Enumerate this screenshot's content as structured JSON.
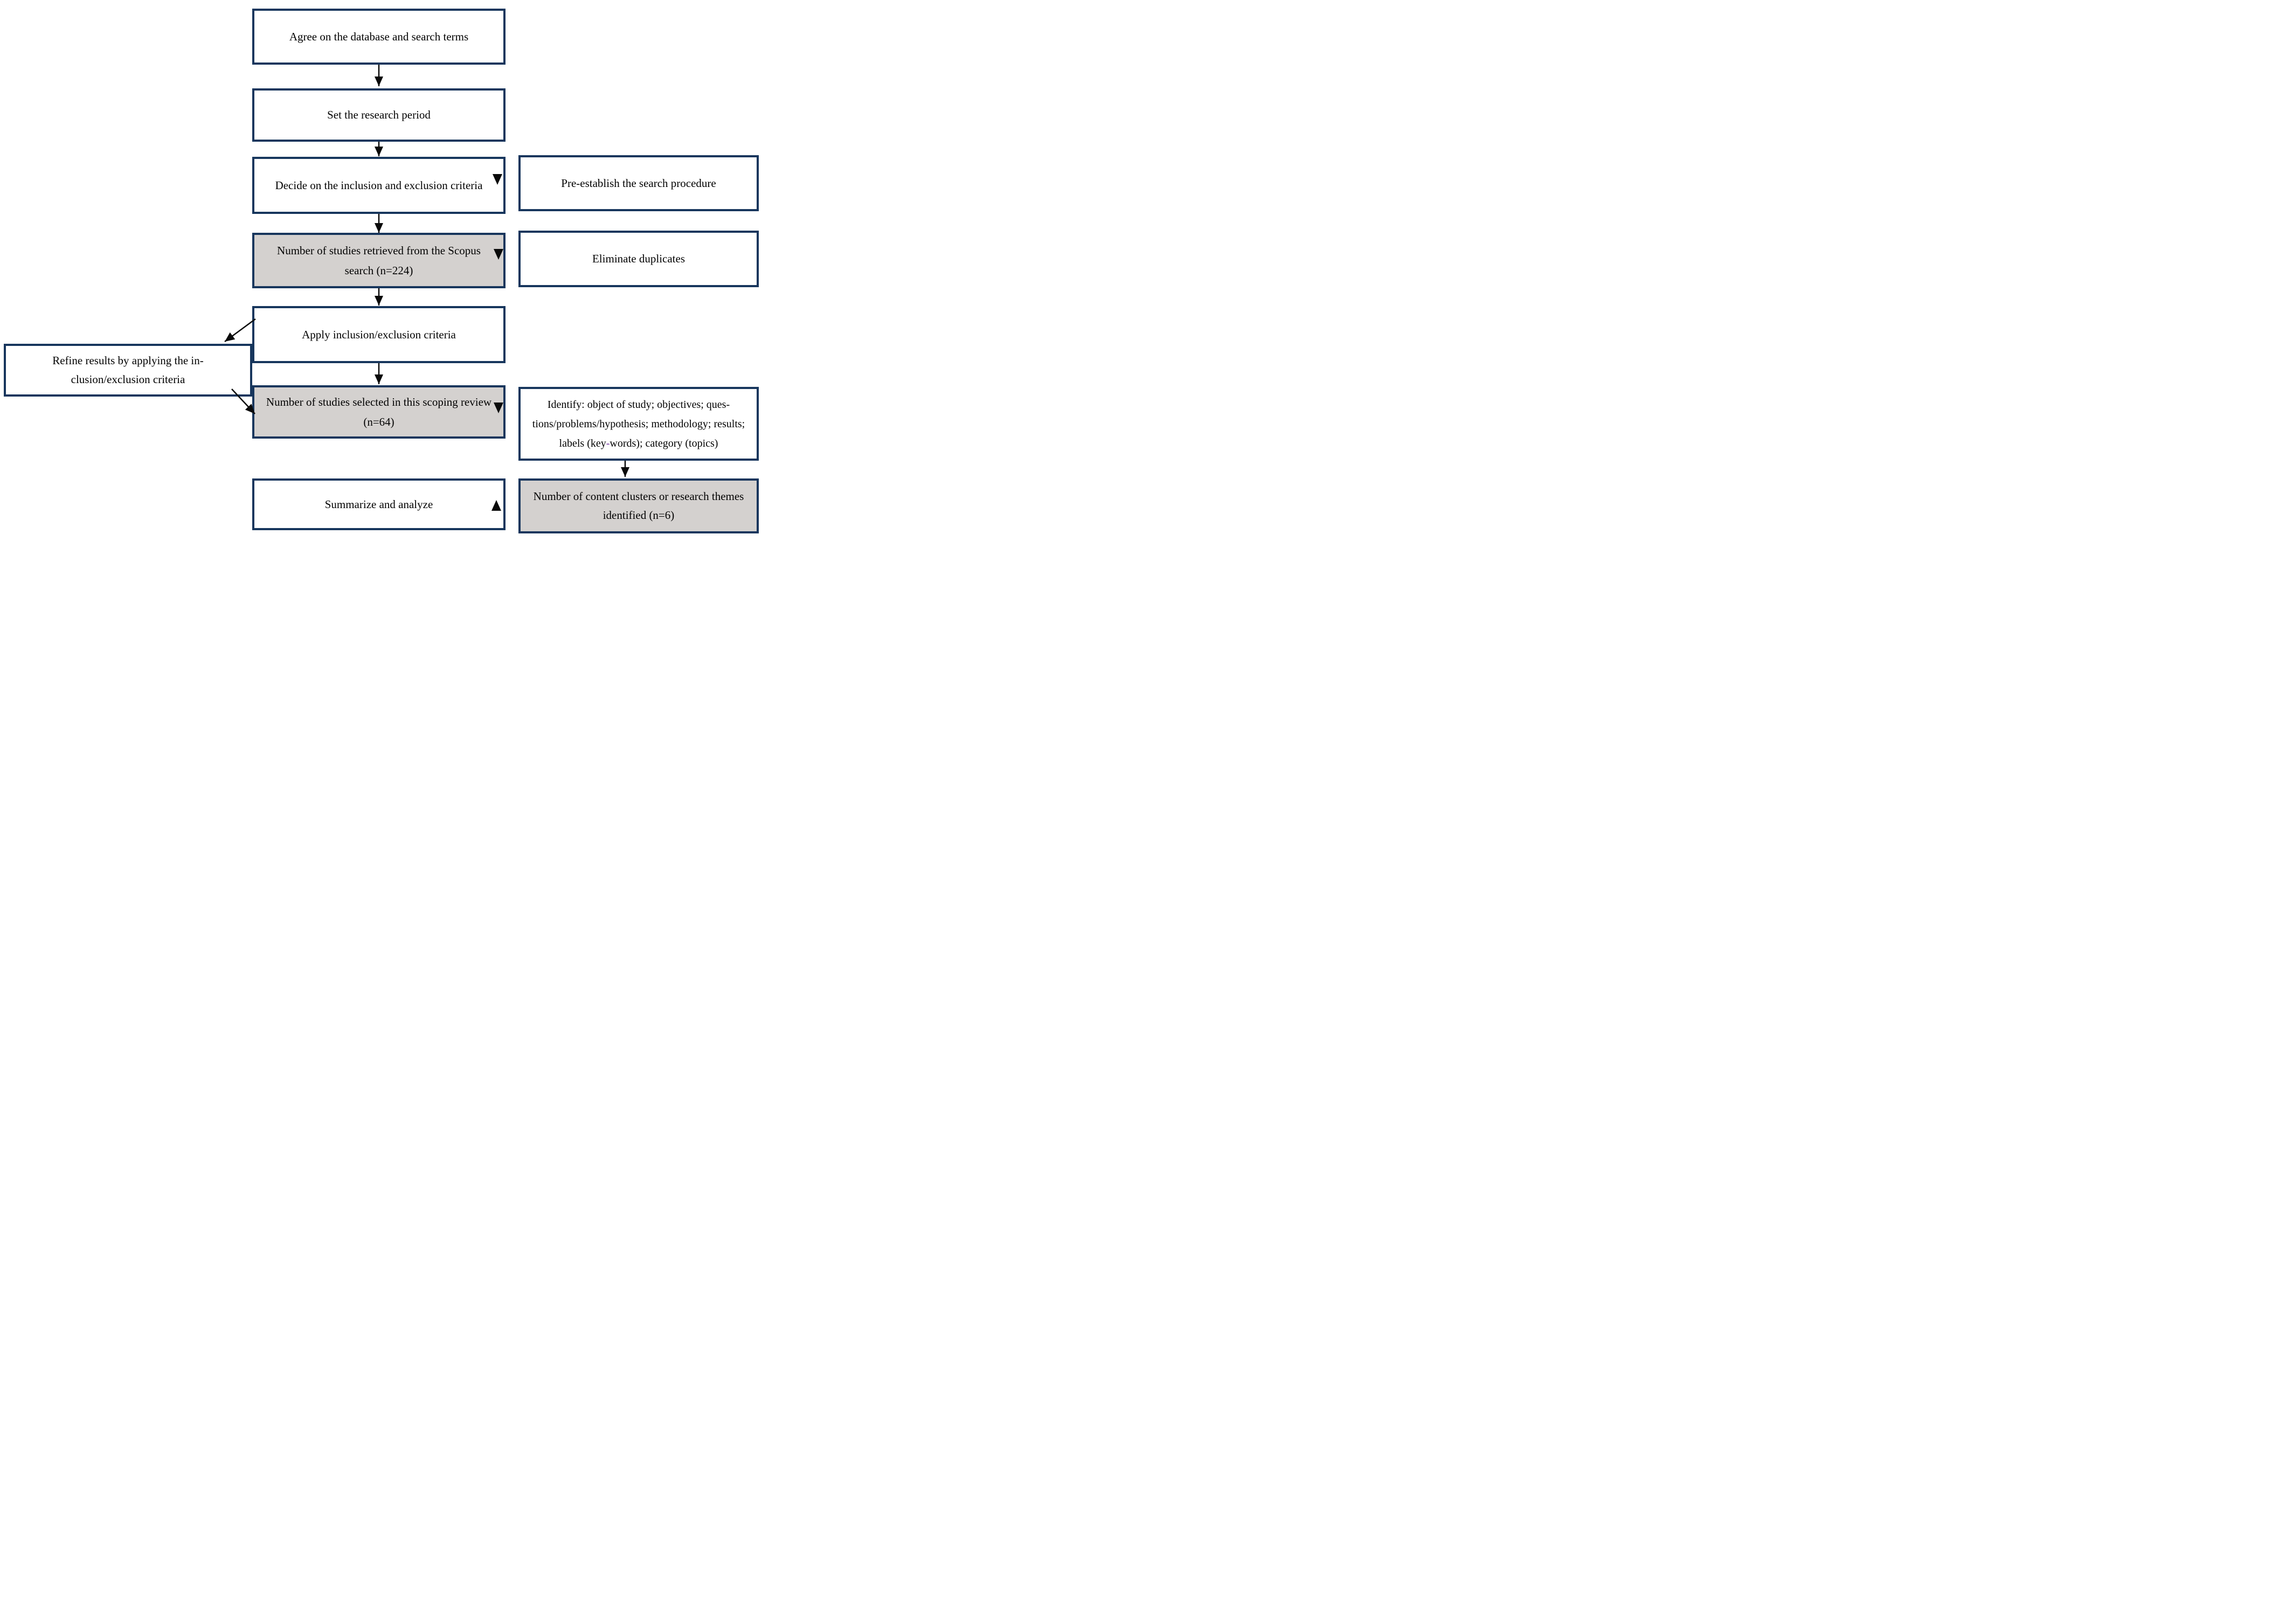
{
  "colors": {
    "box_border_navy": "#17365D",
    "gray_fill": "#D4D1CF",
    "arrow_black": "#0a0a0a",
    "keywords_hyphen_purple": "#7030A0"
  },
  "boxes": {
    "agree": {
      "text": "Agree on the database and search terms"
    },
    "set_period": {
      "text": "Set the research period"
    },
    "decide": {
      "text": "Decide on the inclusion and exclusion criteria"
    },
    "retrieved": {
      "line1": "Number of studies retrieved from the Scopus",
      "line2": "search (n=224)"
    },
    "apply": {
      "text": "Apply inclusion/exclusion criteria"
    },
    "selected": {
      "line1": "Number of studies selected in this scoping review",
      "line2": "(n=64)"
    },
    "summarize": {
      "text": "Summarize and analyze"
    },
    "refine": {
      "line1": "Refine results by applying the in-",
      "line2": "clusion/exclusion criteria"
    },
    "pre_establish": {
      "text": "Pre-establish the search procedure"
    },
    "eliminate": {
      "text": "Eliminate duplicates"
    },
    "identify": {
      "line1": "Identify: object of study; objectives; ques-",
      "line2": "tions/problems/hypothesis; methodology; results;",
      "line3_a": "labels (key",
      "line3_hyphen": "-",
      "line3_b": "words); category (topics)"
    },
    "clusters": {
      "line1": "Number of content clusters or research themes",
      "line2": "identified (n=6)"
    }
  }
}
